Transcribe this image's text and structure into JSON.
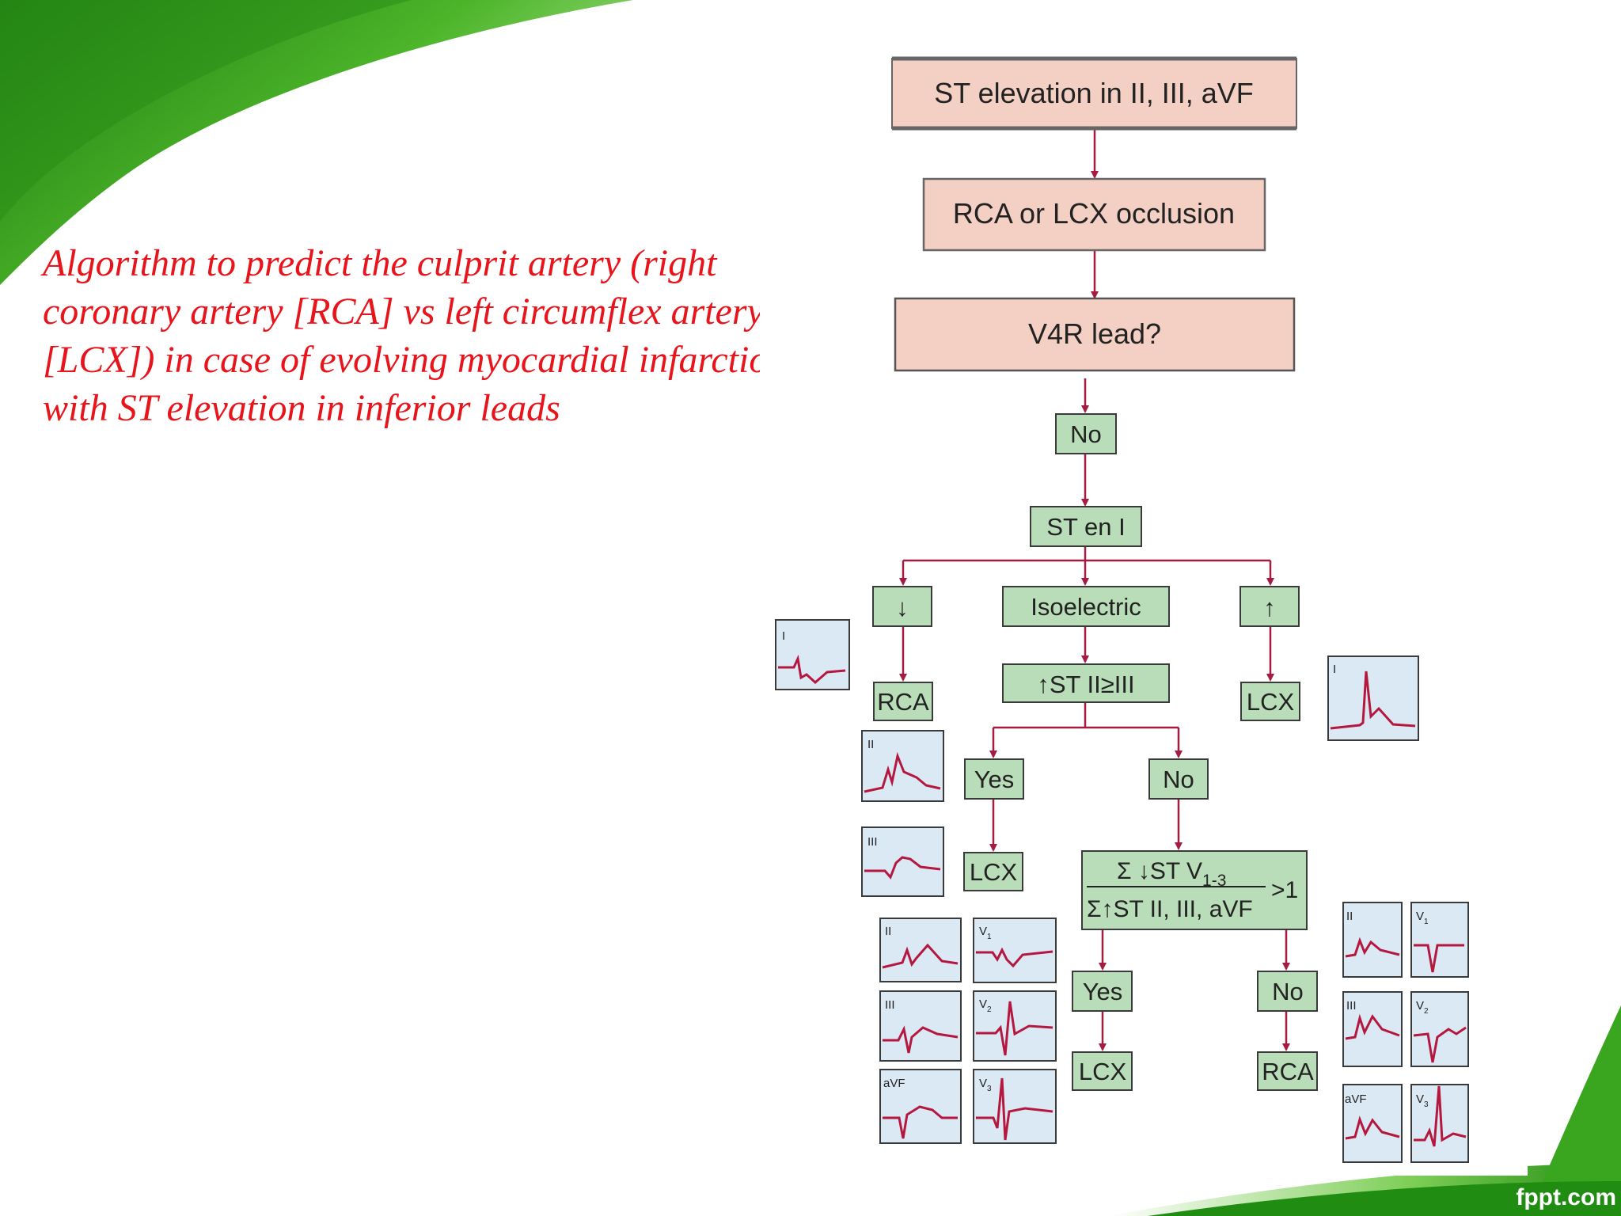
{
  "slide": {
    "caption": "Algorithm to predict the culprit artery (right coronary artery [RCA] vs left circumflex artery [LCX]) in case of evolving myocardial infarction with ST elevation in inferior leads",
    "brand": "fppt.com"
  },
  "colors": {
    "accent_text": "#e8141b",
    "header_box": "#f3cfc4",
    "decision_box": "#b9ddb8",
    "arrow": "#a31d43",
    "ecg_panel": "#dbe9f5",
    "ecg_trace": "#b5183e",
    "brand_green": "#2f9d16"
  },
  "flow": {
    "top_title": "ST elevation in II, III, aVF",
    "occlusion": "RCA or LCX occlusion",
    "v4r": "V4R lead?",
    "no1": "No",
    "st_en_i": "ST en I",
    "down": "↓",
    "isoelectric": "Isoelectric",
    "up": "↑",
    "rca_left": "RCA",
    "st_ratio": "↑ST II≥III",
    "lcx_right": "LCX",
    "yes1": "Yes",
    "no2": "No",
    "lcx_mid": "LCX",
    "formula": {
      "num_main": "Σ ↓ST V",
      "num_sub": "1-3",
      "den": "Σ↑ST II, III, aVF",
      "gt": ">1"
    },
    "yes2": "Yes",
    "no3": "No",
    "lcx_bottom": "LCX",
    "rca_bottom": "RCA"
  },
  "ecg": {
    "lead_I": "I",
    "lead_II": "II",
    "lead_III": "III",
    "lead_aVF": "aVF",
    "lead_V": "V",
    "sub_1": "1",
    "sub_2": "2",
    "sub_3": "3"
  }
}
